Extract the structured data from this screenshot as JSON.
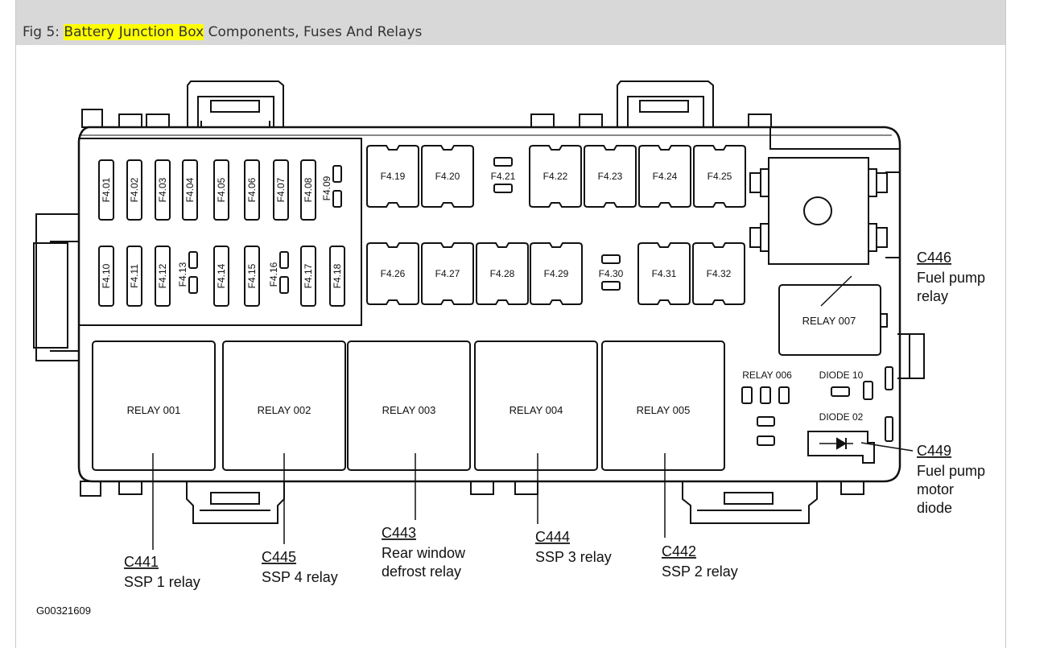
{
  "caption": {
    "prefix": "Fig 5: ",
    "highlight": "Battery Junction Box",
    "suffix": " Components, Fuses And Relays"
  },
  "figure_code": "G00321609",
  "fuses_top_row": [
    "F4.01",
    "F4.02",
    "F4.03",
    "F4.04",
    "F4.05",
    "F4.06",
    "F4.07",
    "F4.08",
    "F4.09"
  ],
  "fuses_bottom_row": [
    "F4.10",
    "F4.11",
    "F4.12",
    "F4.13",
    "F4.14",
    "F4.15",
    "F4.16",
    "F4.17",
    "F4.18"
  ],
  "maxi_fuses_top": [
    "F4.19",
    "F4.20",
    "F4.21",
    "F4.22",
    "F4.23",
    "F4.24",
    "F4.25"
  ],
  "maxi_fuses_bottom": [
    "F4.26",
    "F4.27",
    "F4.28",
    "F4.29",
    "F4.30",
    "F4.31",
    "F4.32"
  ],
  "relays": [
    "RELAY 001",
    "RELAY 002",
    "RELAY 003",
    "RELAY 004",
    "RELAY 005",
    "RELAY 006",
    "RELAY 007"
  ],
  "diodes": [
    "DIODE 10",
    "DIODE 02"
  ],
  "callouts": [
    {
      "id": "C441",
      "desc": [
        "SSP 1 relay"
      ]
    },
    {
      "id": "C445",
      "desc": [
        "SSP 4 relay"
      ]
    },
    {
      "id": "C443",
      "desc": [
        "Rear window",
        "defrost relay"
      ]
    },
    {
      "id": "C444",
      "desc": [
        "SSP 3 relay"
      ]
    },
    {
      "id": "C442",
      "desc": [
        "SSP 2 relay"
      ]
    },
    {
      "id": "C446",
      "desc": [
        "Fuel pump",
        "relay"
      ]
    },
    {
      "id": "C449",
      "desc": [
        "Fuel pump",
        "motor",
        "diode"
      ]
    }
  ]
}
